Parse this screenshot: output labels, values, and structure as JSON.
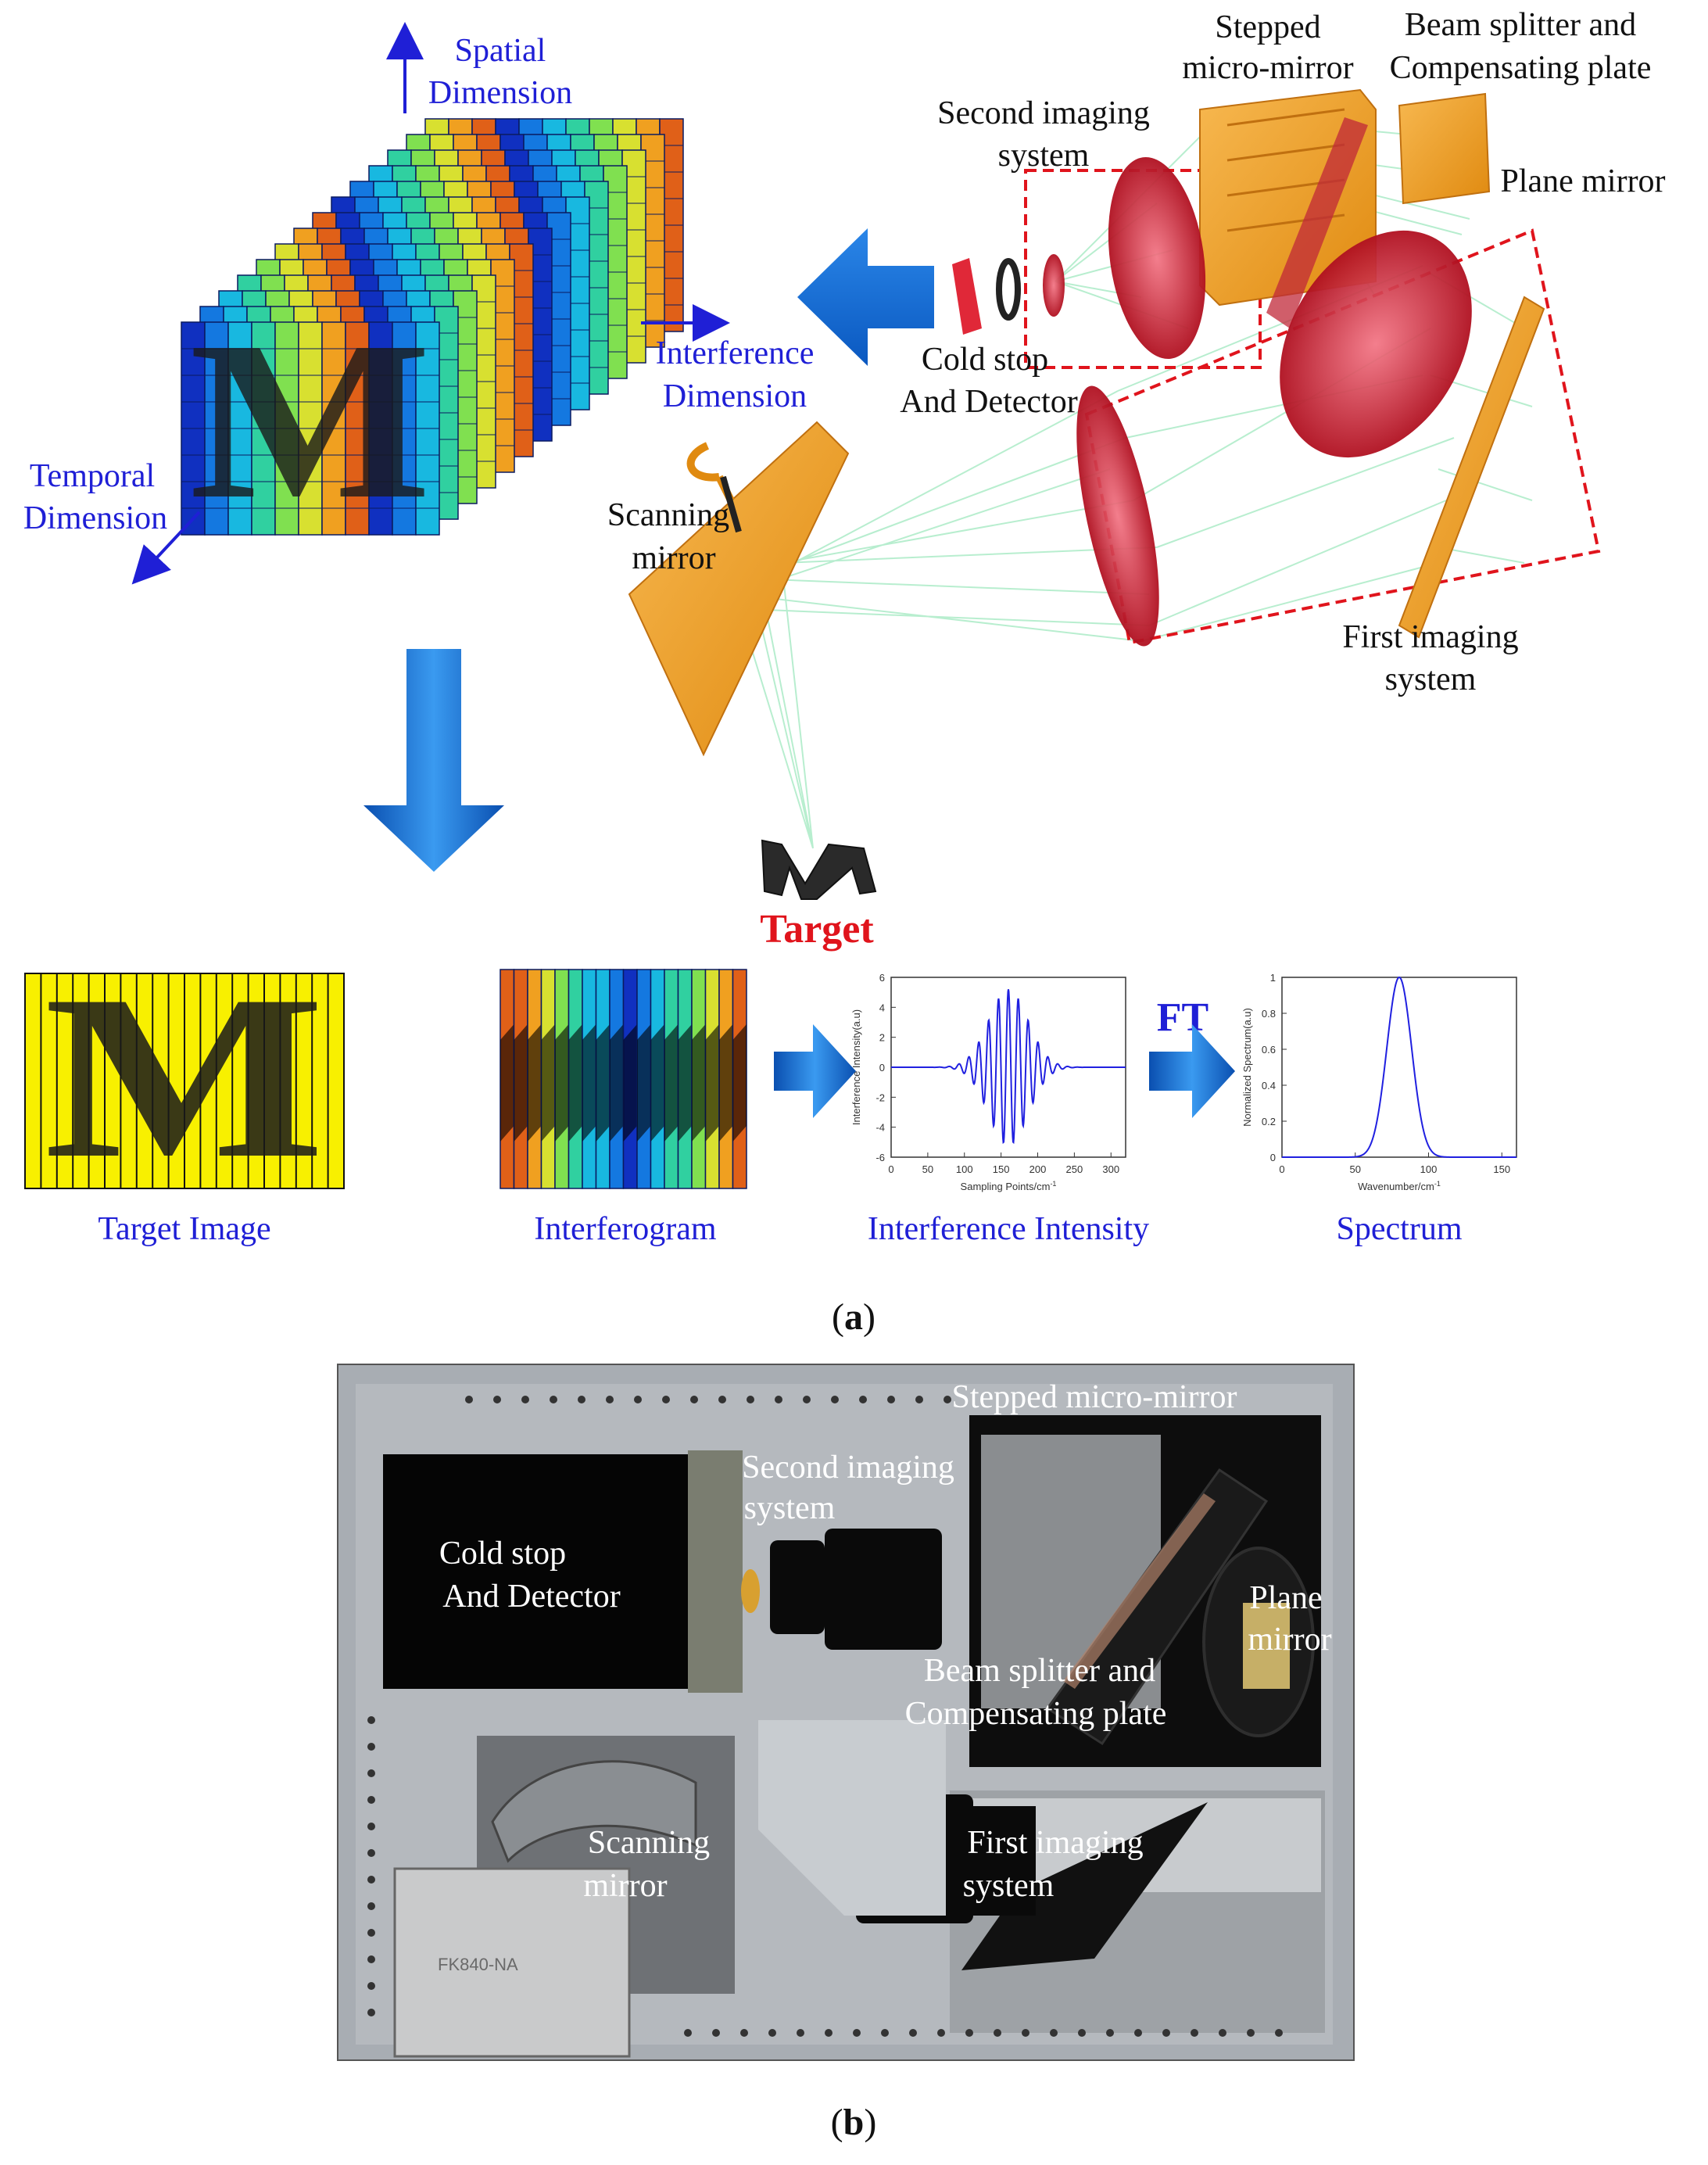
{
  "panel_a": {
    "cube": {
      "axes": {
        "spatial": [
          "Spatial",
          "Dimension"
        ],
        "interference": [
          "Interference",
          "Dimension"
        ],
        "temporal": [
          "Temporal",
          "Dimension"
        ]
      }
    },
    "optics": {
      "stepped_micro_mirror": [
        "Stepped",
        "micro-mirror"
      ],
      "beam_splitter": [
        "Beam splitter and",
        "Compensating plate"
      ],
      "second_imaging": [
        "Second imaging",
        "system"
      ],
      "plane_mirror": "Plane mirror",
      "cold_stop": [
        "Cold stop",
        "And Detector"
      ],
      "scanning_mirror": [
        "Scanning",
        "mirror"
      ],
      "first_imaging": [
        "First imaging",
        "system"
      ],
      "target": "Target",
      "target_glyph": "M"
    },
    "bottom_row": {
      "target_image": "Target Image",
      "target_image_glyph": "M",
      "interferogram": "Interferogram",
      "interference_intensity": "Interference Intensity",
      "ft": "FT",
      "spectrum": "Spectrum"
    },
    "caption": {
      "open": "(",
      "letter": "a",
      "close": ")"
    }
  },
  "chart_data": [
    {
      "type": "line",
      "ylabel": "Interference Intensity(a.u)",
      "xlabel": "Sampling Points/cm",
      "xlabel_sup": "-1",
      "xlim": [
        0,
        320
      ],
      "ylim": [
        -6,
        6
      ],
      "x_ticks": [
        "0",
        "50",
        "100",
        "150",
        "200",
        "250",
        "300"
      ],
      "y_ticks": [
        "-6",
        "-4",
        "-2",
        "0",
        "2",
        "4",
        "6"
      ],
      "series": [
        {
          "center": 160,
          "amplitude": 5.2,
          "period": 13.5,
          "envelope_sigma": 38,
          "x": [
            0,
            80,
            100,
            115,
            130,
            145,
            160,
            175,
            190,
            205,
            220,
            240,
            320
          ],
          "y": [
            0,
            0.1,
            0.8,
            -1.9,
            3.1,
            -4.4,
            5.2,
            -4.4,
            3.1,
            -1.9,
            0.8,
            0.1,
            0
          ]
        }
      ],
      "grid": false
    },
    {
      "type": "line",
      "ylabel": "Normalized Spectrum(a.u)",
      "xlabel": "Wavenumber/cm",
      "xlabel_sup": "-1",
      "xlim": [
        0,
        160
      ],
      "ylim": [
        0,
        1
      ],
      "x_ticks": [
        "0",
        "50",
        "100",
        "150"
      ],
      "y_ticks": [
        "0",
        "0.2",
        "0.4",
        "0.6",
        "0.8",
        "1"
      ],
      "series": [
        {
          "center": 80,
          "sigma": 12,
          "x": [
            40,
            55,
            65,
            70,
            75,
            80,
            85,
            90,
            95,
            105,
            120
          ],
          "y": [
            0.0,
            0.11,
            0.46,
            0.71,
            0.92,
            1.0,
            0.92,
            0.71,
            0.46,
            0.11,
            0.0
          ]
        }
      ],
      "grid": false
    }
  ],
  "panel_b": {
    "labels": {
      "stepped_micro_mirror": "Stepped micro-mirror",
      "second_imaging": [
        "Second imaging",
        "system"
      ],
      "cold_stop": [
        "Cold stop",
        "And Detector"
      ],
      "plane_mirror": [
        "Plane",
        "mirror"
      ],
      "beam_splitter": [
        "Beam splitter and",
        "Compensating plate"
      ],
      "scanning_mirror": [
        "Scanning",
        "mirror"
      ],
      "first_imaging": [
        "First imaging",
        "system"
      ]
    },
    "caption": {
      "open": "(",
      "letter": "b",
      "close": ")"
    }
  },
  "colors": {
    "label_blue": "#1f1fd6",
    "target_red": "#e0141c",
    "arrow_blue": "#1a6fd0",
    "mirror_orange": "#f0a030",
    "beam_green": "#7de0a8",
    "lens_red": "#d02030",
    "dash_red": "#e0141c",
    "jet_colors": [
      "#1030c0",
      "#1478e0",
      "#18b8e0",
      "#30d0a0",
      "#80e050",
      "#d8e030",
      "#f0a020",
      "#e06018"
    ]
  }
}
